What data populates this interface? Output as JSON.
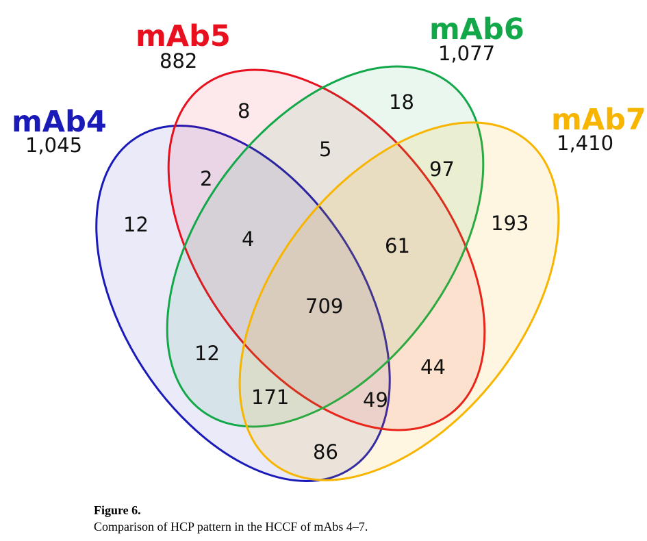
{
  "sets": {
    "mab4": {
      "name": "mAb4",
      "count": "1,045",
      "color": "#1a1ab8"
    },
    "mab5": {
      "name": "mAb5",
      "count": "882",
      "color": "#e8101e"
    },
    "mab6": {
      "name": "mAb6",
      "count": "1,077",
      "color": "#12a84a"
    },
    "mab7": {
      "name": "mAb7",
      "count": "1,410",
      "color": "#f7b500"
    }
  },
  "regions": {
    "only_mab4": "12",
    "only_mab5": "8",
    "only_mab6": "18",
    "only_mab7": "193",
    "mab4_mab5": "2",
    "mab5_mab6": "5",
    "mab6_mab7": "97",
    "mab4_mab5_mab6": "4",
    "mab5_mab6_mab7": "61",
    "all_four": "709",
    "mab4_mab6": "12",
    "mab4_mab6_mab7": "171",
    "mab4_mab5_mab7": "49",
    "mab5_mab7": "44",
    "mab4_mab7": "86"
  },
  "caption": {
    "label": "Figure 6.",
    "text": "Comparison of HCP pattern in the HCCF of mAbs 4–7."
  }
}
